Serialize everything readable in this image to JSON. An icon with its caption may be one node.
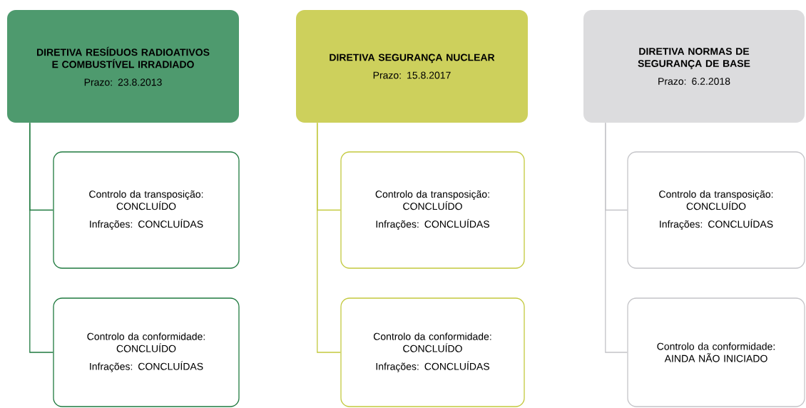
{
  "diagram": {
    "nodes": [
      {
        "text": [
          "DIRETIVA RESÍDUOS RADIOATIVOS E COMBUSTÍVEL IRRADIADO",
          "Prazo: 23.8.2013"
        ]
      },
      {
        "text": [
          "Controlo da transposição: CONCLUÍDO",
          "Infrações: CONCLUÍDAS"
        ]
      },
      {
        "text": [
          "Controlo da conformidade: CONCLUÍDO",
          "Infrações: CONCLUÍDAS"
        ]
      },
      {
        "text": [
          "DIRETIVA SEGURANÇA NUCLEAR",
          "Prazo: 15.8.2017"
        ]
      },
      {
        "text": [
          "Controlo da transposição: CONCLUÍDO",
          "Infrações: CONCLUÍDAS"
        ]
      },
      {
        "text": [
          "Controlo da conformidade: CONCLUÍDO",
          "Infrações: CONCLUÍDAS"
        ]
      },
      {
        "text": [
          "DIRETIVA NORMAS DE SEGURANÇA DE BASE",
          "Prazo: 6.2.2018"
        ]
      },
      {
        "text": [
          "Controlo da transposição: CONCLUÍDO",
          "Infrações: CONCLUÍDAS"
        ]
      },
      {
        "text": [
          "Controlo da conformidade: AINDA NÃO INICIADO"
        ]
      }
    ],
    "edges": [
      {
        "from": 0,
        "to": 1,
        "arrow": "none",
        "color": "#1f7a3f"
      },
      {
        "from": 0,
        "to": 2,
        "arrow": "none",
        "color": "#1f7a3f"
      },
      {
        "from": 3,
        "to": 4,
        "arrow": "none",
        "color": "#c3c93e"
      },
      {
        "from": 3,
        "to": 5,
        "arrow": "none",
        "color": "#c3c93e"
      },
      {
        "from": 6,
        "to": 7,
        "arrow": "none",
        "color": "#c4c4c8"
      },
      {
        "from": 6,
        "to": 8,
        "arrow": "none",
        "color": "#c4c4c8"
      }
    ]
  }
}
